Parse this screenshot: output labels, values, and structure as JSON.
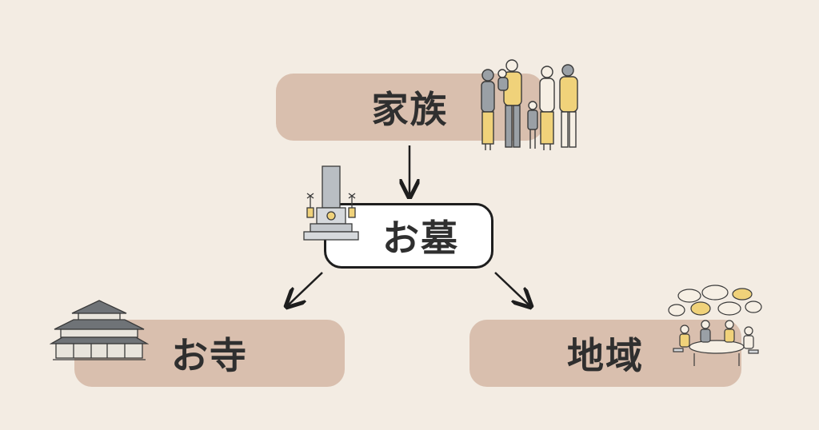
{
  "nodes": {
    "family": "家族",
    "grave": "お墓",
    "temple": "お寺",
    "community": "地域"
  },
  "colors": {
    "background": "#f3ece3",
    "box_fill": "#d9bfae",
    "outline": "#1e1e1e",
    "text": "#2f2f2f",
    "accent_yellow": "#f0d27a",
    "gray": "#9aa0a6"
  },
  "icons": [
    "family-illustration",
    "gravestone-illustration",
    "temple-illustration",
    "community-meeting-illustration"
  ]
}
